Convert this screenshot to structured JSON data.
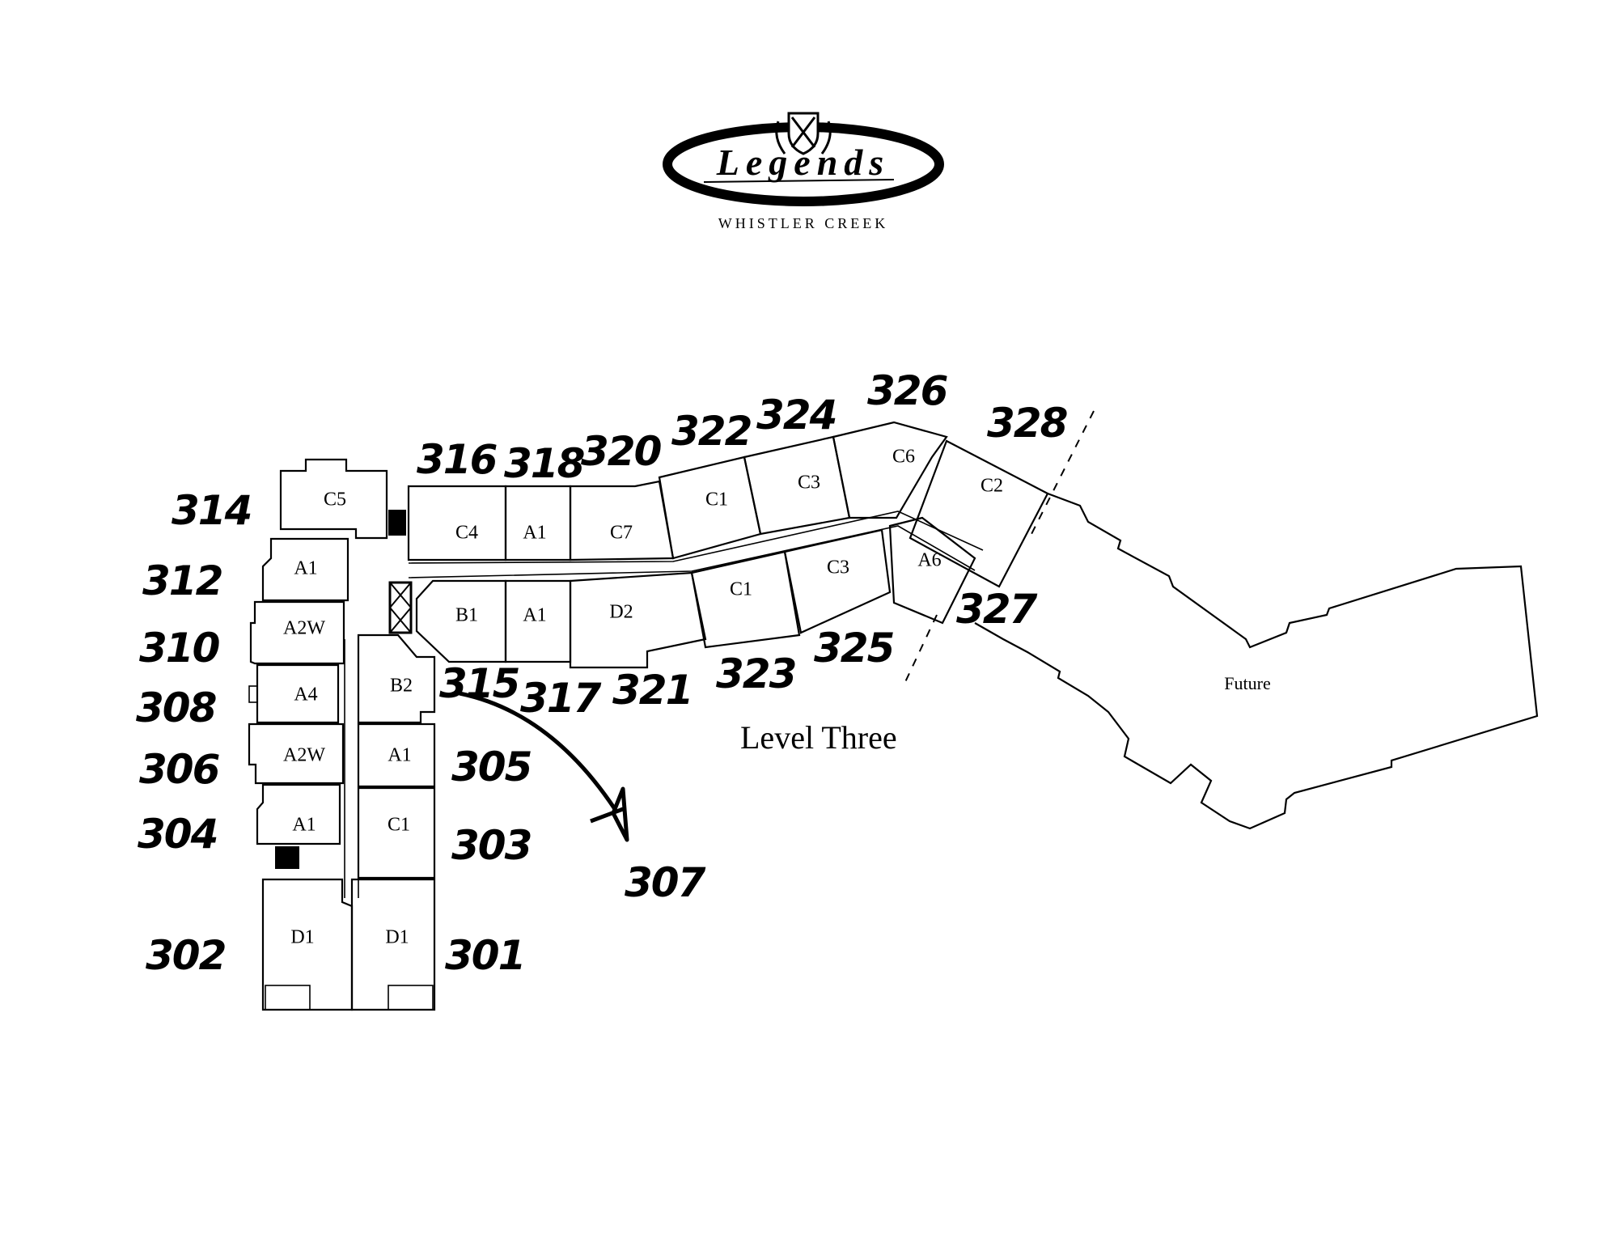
{
  "logo": {
    "brand": "Legends",
    "subtitle": "WHISTLER CREEK",
    "crest_icon": "crest-shield-icon"
  },
  "plan": {
    "title": "Level Three",
    "future_area_label": "Future",
    "units": [
      {
        "number": "314",
        "type": "C5"
      },
      {
        "number": "312",
        "type": "A1"
      },
      {
        "number": "310",
        "type": "A2W"
      },
      {
        "number": "308",
        "type": "A4"
      },
      {
        "number": "306",
        "type": "A2W"
      },
      {
        "number": "304",
        "type": "A1"
      },
      {
        "number": "302",
        "type": "D1"
      },
      {
        "number": "301",
        "type": "D1"
      },
      {
        "number": "303",
        "type": "C1"
      },
      {
        "number": "305",
        "type": "A1"
      },
      {
        "number": "307",
        "type": "B2"
      },
      {
        "number": "315",
        "type": "B1"
      },
      {
        "number": "316",
        "type": "C4"
      },
      {
        "number": "317",
        "type": "A1"
      },
      {
        "number": "318",
        "type": "A1"
      },
      {
        "number": "320",
        "type": "C7"
      },
      {
        "number": "321",
        "type": "D2"
      },
      {
        "number": "322",
        "type": "C1"
      },
      {
        "number": "323",
        "type": "C1"
      },
      {
        "number": "324",
        "type": "C3"
      },
      {
        "number": "325",
        "type": "C3"
      },
      {
        "number": "326",
        "type": "C6"
      },
      {
        "number": "327",
        "type": "A6"
      },
      {
        "number": "328",
        "type": "C2"
      }
    ],
    "annotation": {
      "arrow_from": "315",
      "arrow_to": "307"
    }
  }
}
